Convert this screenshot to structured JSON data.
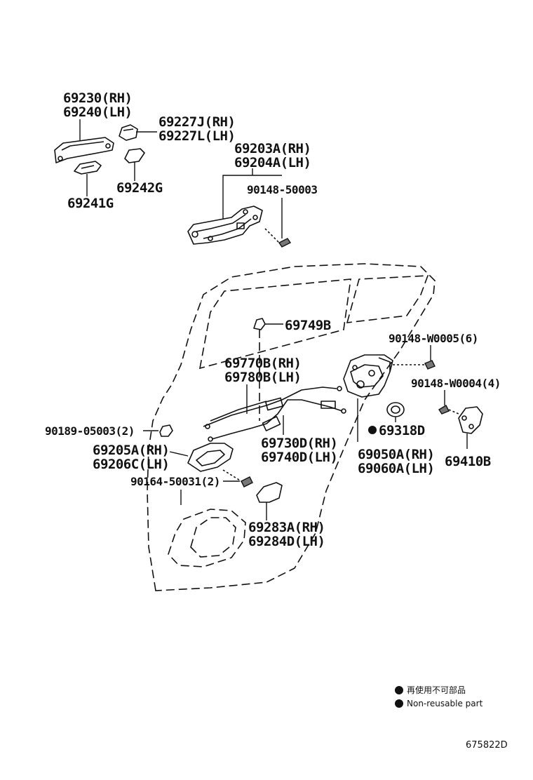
{
  "labels": {
    "p69230": "69230(RH)",
    "p69240": "69240(LH)",
    "p69227j": "69227J(RH)",
    "p69227l": "69227L(LH)",
    "p69203a": "69203A(RH)",
    "p69204a": "69204A(LH)",
    "p90148_50003": "90148-50003",
    "p69242g": "69242G",
    "p69241g": "69241G",
    "p69749b": "69749B",
    "p90148_w0005": "90148-W0005(6)",
    "p69770b": "69770B(RH)",
    "p69780b": "69780B(LH)",
    "p90148_w0004": "90148-W0004(4)",
    "p90189": "90189-05003(2)",
    "p69318d": "69318D",
    "p69205a": "69205A(RH)",
    "p69206c": "69206C(LH)",
    "p69730d": "69730D(RH)",
    "p69740d": "69740D(LH)",
    "p69050a": "69050A(RH)",
    "p69060a": "69060A(LH)",
    "p69410b": "69410B",
    "p90164": "90164-50031(2)",
    "p69283a": "69283A(RH)",
    "p69284d": "69284D(LH)"
  },
  "legend": {
    "jp": "再使用不可部品",
    "en": "Non-reusable part"
  },
  "diagram_code": "675822D"
}
